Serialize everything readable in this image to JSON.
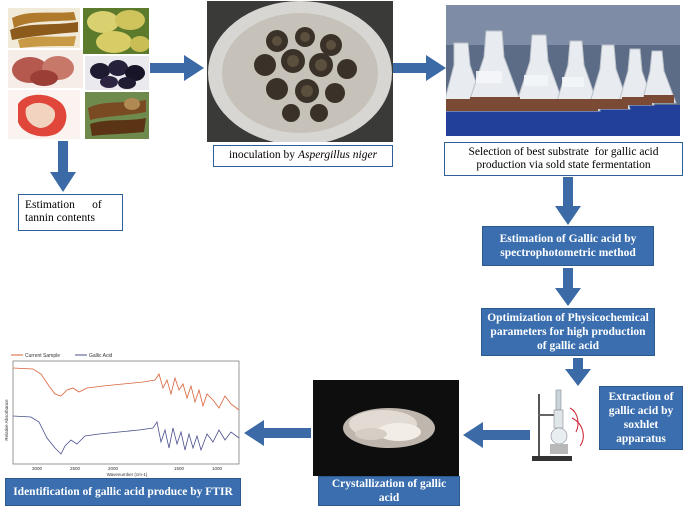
{
  "nodes": {
    "inoculation": {
      "prefix": "inoculation by ",
      "organism": "Aspergillus niger"
    },
    "tannin": {
      "line1": "Estimation      of",
      "line2": "tannin contents"
    },
    "selection": {
      "line1": "Selection of best substrate  for gallic acid",
      "line2": "production via sold state fermentation"
    },
    "spectro": "Estimation of Gallic acid by spectrophotometric method",
    "optimization": "Optimization of Physicochemical parameters for high production of gallic acid",
    "extraction": "Extraction of gallic acid by soxhlet apparatus",
    "crystallization": "Crystallization  of gallic acid",
    "ftir_identification": "Identification of gallic acid produce by FTIR"
  },
  "ftir_plot": {
    "legend": [
      "Current Sample",
      "Gallic Acid"
    ],
    "ylabel": "Relative Absorbance",
    "xlabel": "Wavenumber (cm-1)",
    "xticks": [
      "3000",
      "2500",
      "2000",
      "1500",
      "1000"
    ],
    "colors": {
      "current_sample": "#d9623a",
      "gallic_acid": "#4a4f8c"
    }
  },
  "colors": {
    "box_blue": "#3a6eae",
    "arrow_blue": "#3b6aa6",
    "border_blue": "#2e5f96"
  }
}
